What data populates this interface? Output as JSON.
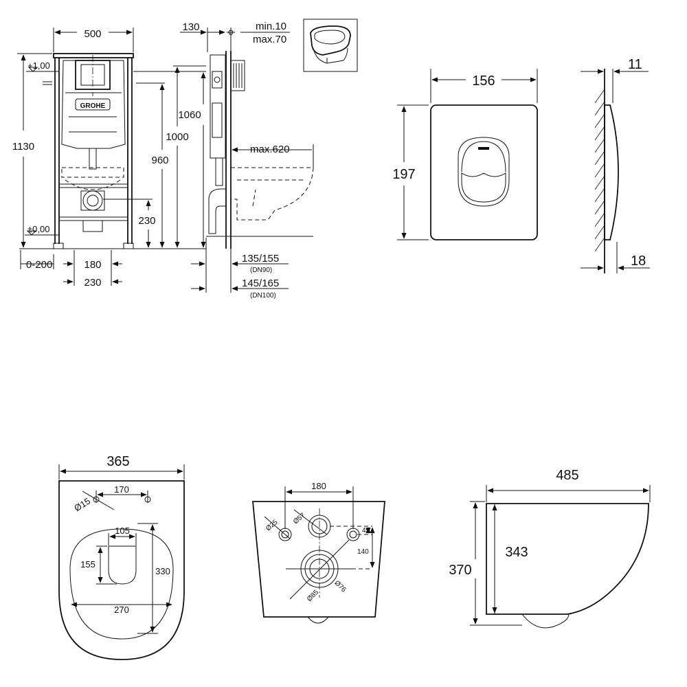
{
  "frame_dimensions": {
    "width": "500",
    "total_height": "1130",
    "height_1060": "1060",
    "height_1000": "1000",
    "height_960": "960",
    "height_230": "230",
    "level_top": "+1,00",
    "level_zero": "±0,00",
    "foot_range": "0-200",
    "foot_180": "180",
    "foot_230": "230",
    "brand": "GROHE"
  },
  "side_view_dimensions": {
    "depth_130": "130",
    "wall_min": "min.10",
    "wall_max": "max.70",
    "bowl_max": "max.620",
    "pipe_90": "135/155",
    "pipe_90_dn": "(DN90)",
    "pipe_100": "145/165",
    "pipe_100_dn": "(DN100)"
  },
  "flush_plate": {
    "width": "156",
    "height": "197",
    "thickness_top": "11",
    "thickness_bottom": "18"
  },
  "bowl_top_view": {
    "width": "365",
    "hole_spacing": "170",
    "hole_diameter": "Ø15",
    "opening_width": "105",
    "opening_height": "155",
    "inner_height": "330",
    "inner_width": "270"
  },
  "bowl_back_view": {
    "spacing": "180",
    "diam_25": "Ø25",
    "diam_57": "Ø57",
    "offset_45": "45",
    "offset_140": "140",
    "diam_85": "Ø85",
    "diam_76": "Ø76"
  },
  "bowl_side_view": {
    "length": "485",
    "height_total": "370",
    "height_inner": "343"
  }
}
